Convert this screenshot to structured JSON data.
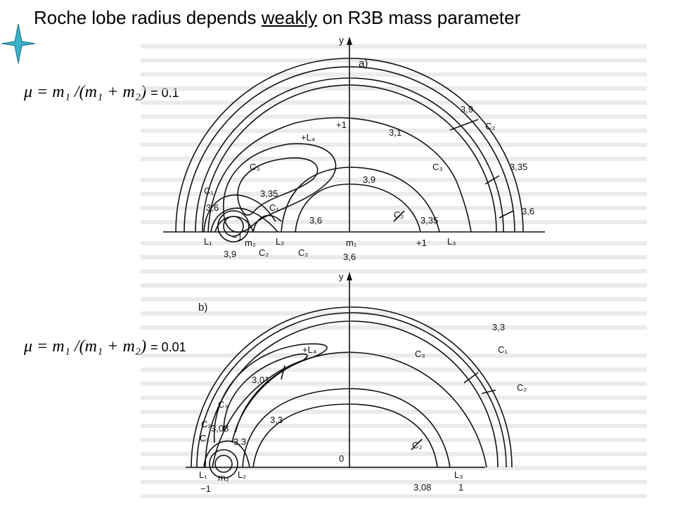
{
  "title": {
    "before": "Roche lobe radius  depends ",
    "emphasis": "weakly",
    "after": " on R3B mass parameter"
  },
  "formulas": [
    {
      "expr": "μ = m₁ /(m₁ + m₂)",
      "value": "= 0.1"
    },
    {
      "expr": "μ = m₁ /(m₁ + m₂)",
      "value": "= 0.01"
    }
  ],
  "panel_a": {
    "label": "a)",
    "axis_y": "y",
    "labels": {
      "c_3_9_top": "3,9",
      "c_3_1": "3,1",
      "c2": "C₂",
      "l4": "+L₄",
      "plus1": "+1",
      "c3_left": "C₃",
      "c3_right": "C₃",
      "c_3_35_r": "3,35",
      "c_3_9_mid": "3,9",
      "c1_left": "C₁",
      "c_3_35_l": "3,35",
      "c_3_6_l": "3,6",
      "c1_mid": "C₁",
      "c_3_6_m": "3,6",
      "c2_mid": "C₂",
      "c_3_35_b": "3,35",
      "c_3_6_r": "3,6",
      "l1": "L₁",
      "minus1": "−1",
      "m2": "m₂",
      "l2": "L₂",
      "m1": "m₁",
      "plus1_x": "+1",
      "l3": "L₃",
      "c_3_9_bot": "3,9",
      "c2_b1": "C₂",
      "c2_b2": "C₂",
      "c_3_6_bot": "3,6"
    }
  },
  "panel_b": {
    "label": "b)",
    "axis_y": "y",
    "labels": {
      "c_3_3_top": "3,3",
      "l4": "+L₄",
      "c1_r": "C₁",
      "c3_top": "C₃",
      "c_3_01": "3,01",
      "c2_r": "C₂",
      "c3_left": "C₃",
      "c2_left": "C₂",
      "c_3_08_l": "3,08",
      "c_3_3_m": "3,3",
      "c1_left": "C₁",
      "c_3_3_l": "3,3",
      "c2_mid": "C₂",
      "zero": "0",
      "l1": "L₁",
      "m2": "m₂",
      "l2": "L₂",
      "l3": "L₃",
      "minus1": "−1",
      "c_3_08_b": "3,08",
      "one": "1"
    }
  },
  "background_text_color": "#c9c9c9",
  "star_color": "#3bb0c9"
}
